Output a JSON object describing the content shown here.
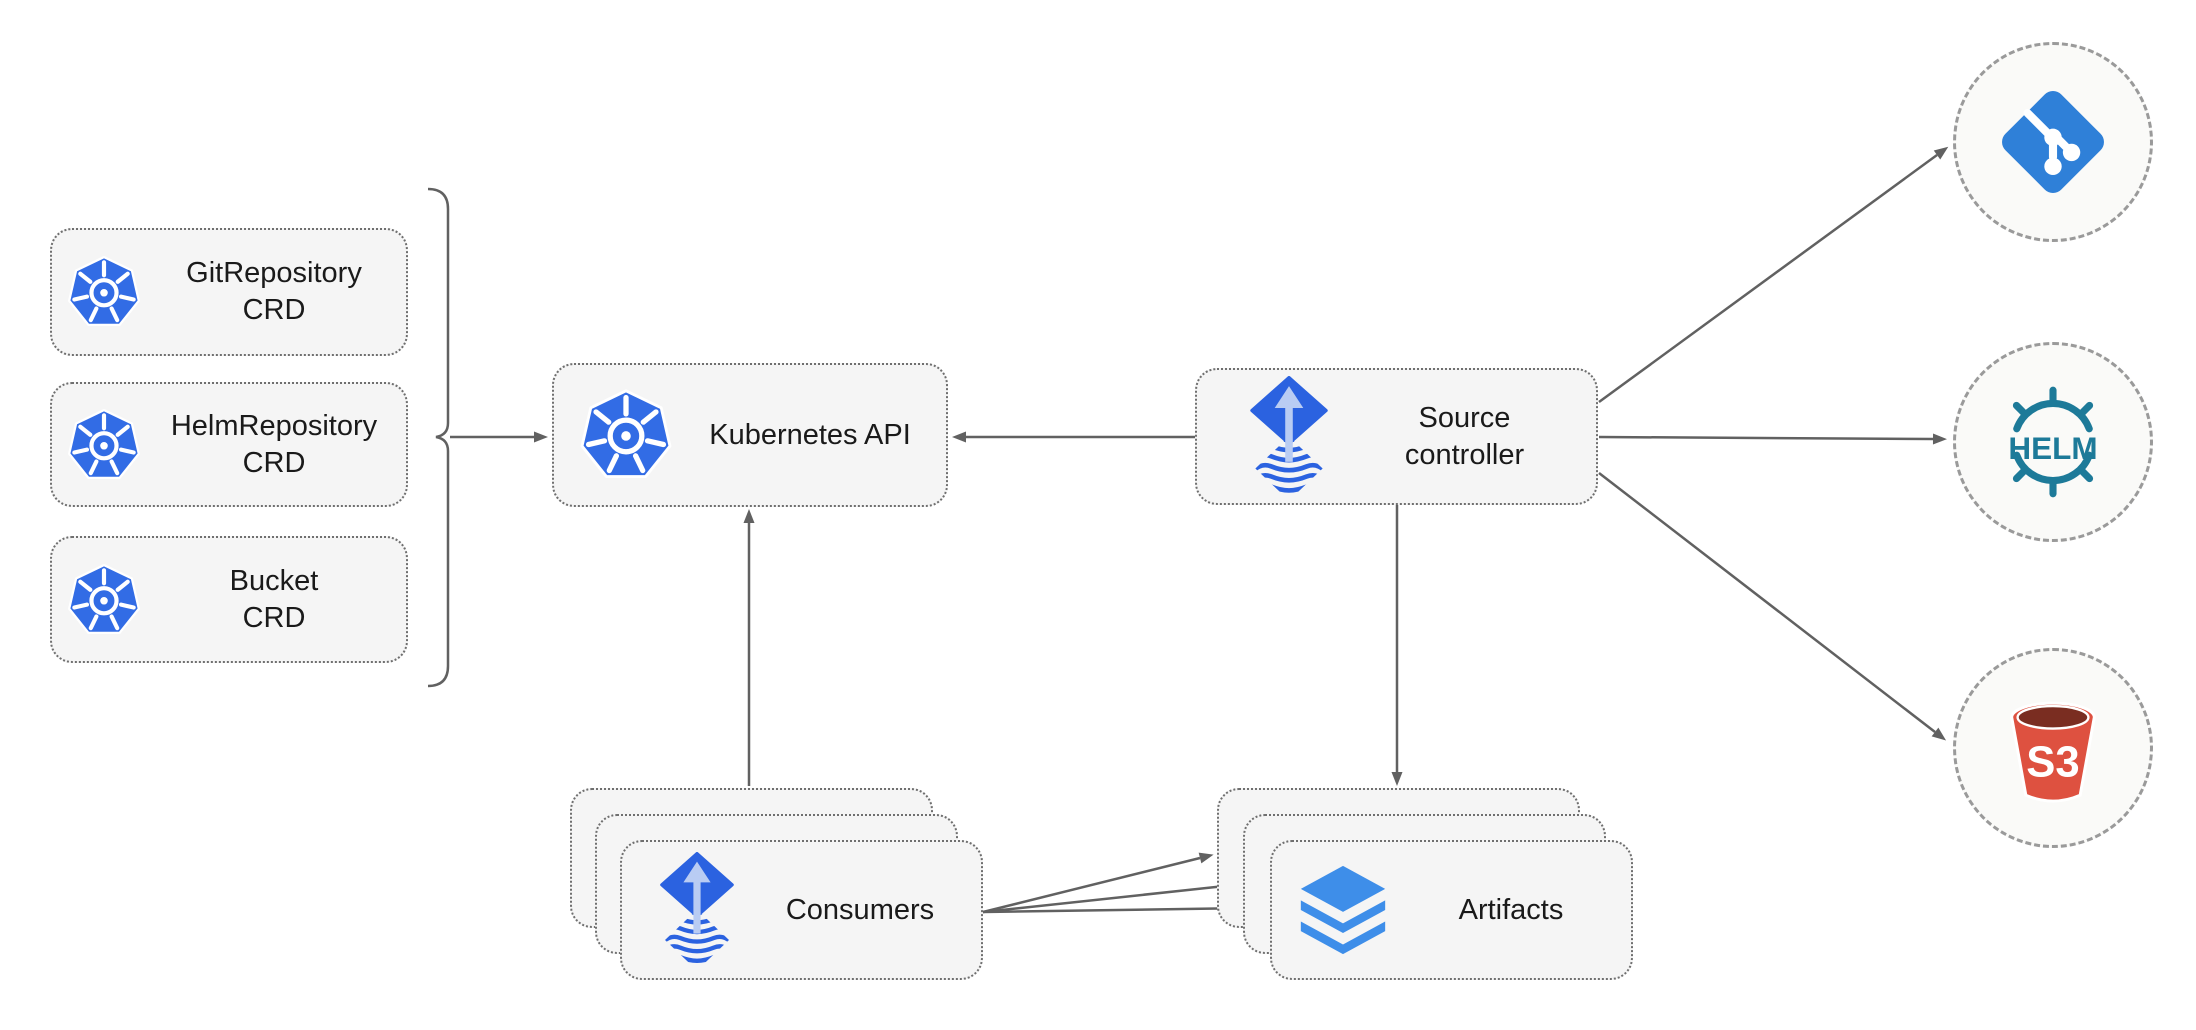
{
  "colors": {
    "k8s_blue": "#326CE5",
    "flux_blue": "#2B62E0",
    "flux_arrow_light": "#B9CCF3",
    "artifact_blue": "#3E8EE9",
    "git_blue": "#2F80D8",
    "helm_teal": "#1D7A99",
    "s3_red": "#DE5140",
    "s3_dark": "#7A2D21",
    "line_gray": "#616161",
    "node_fill": "#F5F5F5",
    "circle_fill": "#FAFAF8"
  },
  "nodes": {
    "crd_boxes": [
      {
        "label": "GitRepository",
        "sublabel": "CRD"
      },
      {
        "label": "HelmRepository",
        "sublabel": "CRD"
      },
      {
        "label": "Bucket",
        "sublabel": "CRD"
      }
    ],
    "kubernetes_api": {
      "label": "Kubernetes API"
    },
    "source_controller": {
      "line1": "Source",
      "line2": "controller"
    },
    "consumers": {
      "label": "Consumers"
    },
    "artifacts": {
      "label": "Artifacts"
    },
    "helm_logo_text": "HELM",
    "s3_logo_text": "S3"
  },
  "edges": [
    {
      "from": "crd-group-bracket",
      "to": "kubernetes-api"
    },
    {
      "from": "source-controller",
      "to": "kubernetes-api"
    },
    {
      "from": "consumers",
      "to": "kubernetes-api"
    },
    {
      "from": "source-controller",
      "to": "artifacts"
    },
    {
      "from": "source-controller",
      "to": "git"
    },
    {
      "from": "source-controller",
      "to": "helm"
    },
    {
      "from": "source-controller",
      "to": "s3"
    },
    {
      "from": "consumers",
      "to": "artifacts"
    },
    {
      "from": "consumers",
      "to": "artifacts"
    },
    {
      "from": "consumers",
      "to": "artifacts"
    }
  ]
}
